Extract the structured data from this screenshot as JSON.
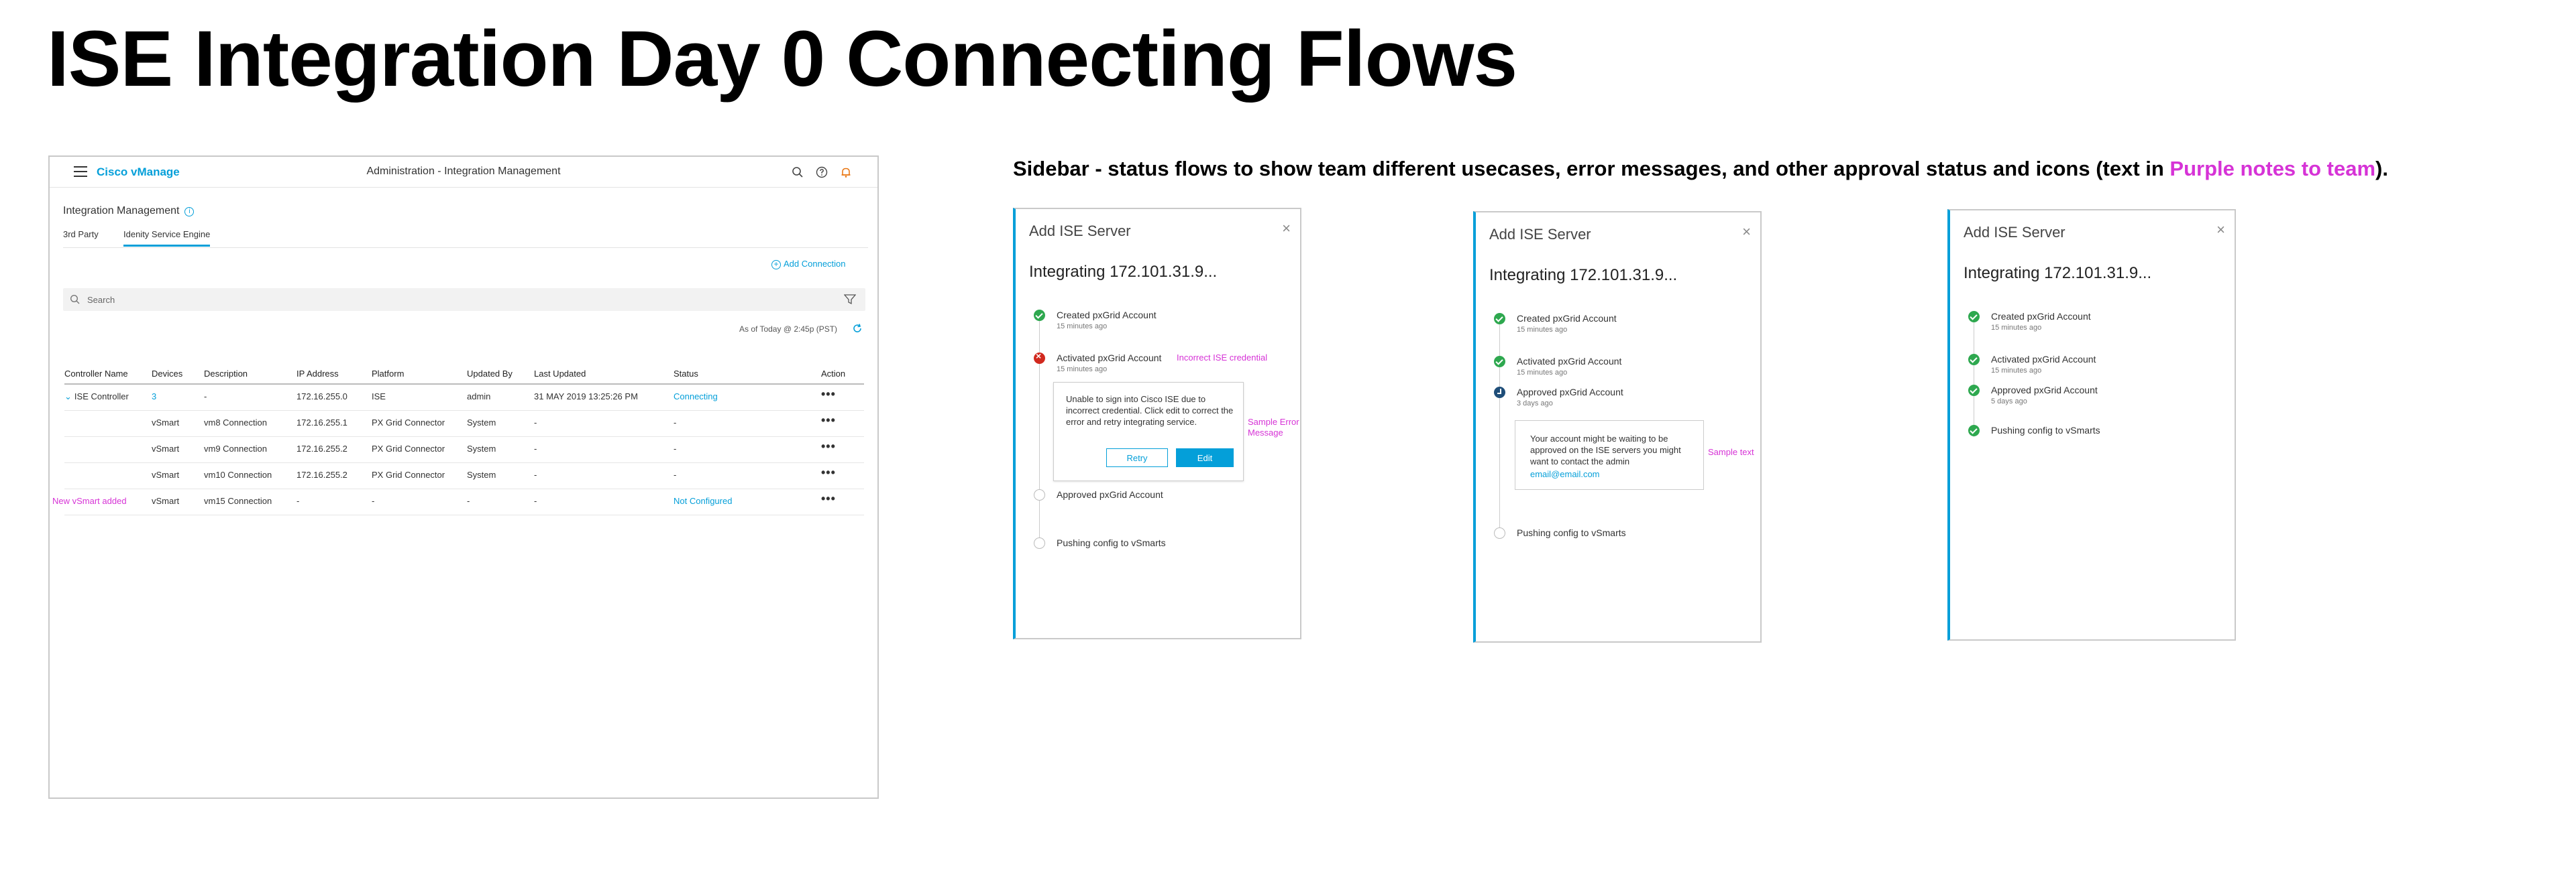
{
  "page_title": "ISE Integration Day 0 Connecting Flows",
  "vmanage": {
    "brand": "Cisco vManage",
    "breadcrumb": "Administration - Integration Management",
    "section_title": "Integration Management",
    "info_glyph": "i",
    "tabs": [
      "3rd Party",
      "Idenity Service Engine"
    ],
    "active_tab": "Idenity Service Engine",
    "add_connection": "Add Connection",
    "search_placeholder": "Search",
    "as_of": "As of Today @ 2:45p (PST)",
    "columns": [
      "Controller Name",
      "Devices",
      "Description",
      "IP Address",
      "Platform",
      "Updated By",
      "Last Updated",
      "Status",
      "Action"
    ],
    "rows": [
      {
        "controller": "ISE Controller",
        "devices": "3",
        "description": "-",
        "ip": "172.16.255.0",
        "platform": "ISE",
        "updated_by": "admin",
        "last_updated": "31  MAY 2019 13:25:26 PM",
        "status": "Connecting",
        "action": "•••"
      },
      {
        "controller": "",
        "devices": "vSmart",
        "description": "vm8 Connection",
        "ip": "172.16.255.1",
        "platform": "PX Grid Connector",
        "updated_by": "System",
        "last_updated": "-",
        "status": "-",
        "action": "•••"
      },
      {
        "controller": "",
        "devices": "vSmart",
        "description": "vm9 Connection",
        "ip": "172.16.255.2",
        "platform": "PX Grid Connector",
        "updated_by": "System",
        "last_updated": "-",
        "status": "-",
        "action": "•••"
      },
      {
        "controller": "",
        "devices": "vSmart",
        "description": "vm10 Connection",
        "ip": "172.16.255.2",
        "platform": "PX Grid Connector",
        "updated_by": "System",
        "last_updated": "-",
        "status": "-",
        "action": "•••"
      },
      {
        "controller": "New vSmart added",
        "devices": "vSmart",
        "description": "vm15 Connection",
        "ip": "-",
        "platform": "-",
        "updated_by": "-",
        "last_updated": "-",
        "status": "Not Configured",
        "action": "•••"
      }
    ]
  },
  "sidebar_caption": {
    "prefix": "Sidebar - status flows to show team different usecases,  error messages, and other approval status and icons (text in ",
    "highlight": "Purple notes to team",
    "suffix": ")."
  },
  "panels": [
    {
      "title": "Add ISE Server",
      "close": "×",
      "subtitle": "Integrating 172.101.31.9...",
      "steps": [
        {
          "label": "Created pxGrid Account",
          "time": "15 minutes ago",
          "state": "done"
        },
        {
          "label": "Activated pxGrid Account",
          "time": "15 minutes ago",
          "state": "error",
          "note": "Incorrect ISE credential"
        },
        {
          "label": "Approved pxGrid Account",
          "time": "",
          "state": "empty"
        },
        {
          "label": "Pushing config to vSmarts",
          "time": "",
          "state": "empty"
        }
      ],
      "error_message": "Unable to sign into Cisco ISE due to incorrect credential.  Click edit to correct the error and retry integrating service.",
      "retry_label": "Retry",
      "edit_label": "Edit",
      "side_note_1": "Sample Error",
      "side_note_2": "Message"
    },
    {
      "title": "Add ISE Server",
      "close": "×",
      "subtitle": "Integrating 172.101.31.9...",
      "steps": [
        {
          "label": "Created pxGrid Account",
          "time": "15 minutes ago",
          "state": "done"
        },
        {
          "label": "Activated pxGrid Account",
          "time": "15 minutes ago",
          "state": "done"
        },
        {
          "label": "Approved pxGrid Account",
          "time": "3 days ago",
          "state": "pending"
        },
        {
          "label": "Pushing config to vSmarts",
          "time": "",
          "state": "empty"
        }
      ],
      "info_message": "Your account might be waiting to be approved on the ISE servers you might want to contact the admin",
      "info_email": "email@email.com",
      "side_note": "Sample text"
    },
    {
      "title": "Add ISE Server",
      "close": "×",
      "subtitle": "Integrating 172.101.31.9...",
      "steps": [
        {
          "label": "Created pxGrid Account",
          "time": "15 minutes ago",
          "state": "done"
        },
        {
          "label": "Activated pxGrid Account",
          "time": "15 minutes ago",
          "state": "done"
        },
        {
          "label": "Approved pxGrid Account",
          "time": "5 days ago",
          "state": "done"
        },
        {
          "label": "Pushing config to vSmarts",
          "time": "",
          "state": "done"
        }
      ]
    }
  ],
  "colors": {
    "accent": "#049fd9",
    "note_purple": "#d633d6",
    "success": "#2ea84f",
    "error": "#d1291e",
    "pending": "#1f4e79"
  },
  "icons": [
    "hamburger-icon",
    "search-icon",
    "help-icon",
    "bell-icon",
    "info-icon",
    "add-circle-icon",
    "filter-icon",
    "refresh-icon",
    "chevron-down-icon",
    "close-icon",
    "check-circle-icon",
    "error-circle-icon",
    "pending-circle-icon"
  ]
}
